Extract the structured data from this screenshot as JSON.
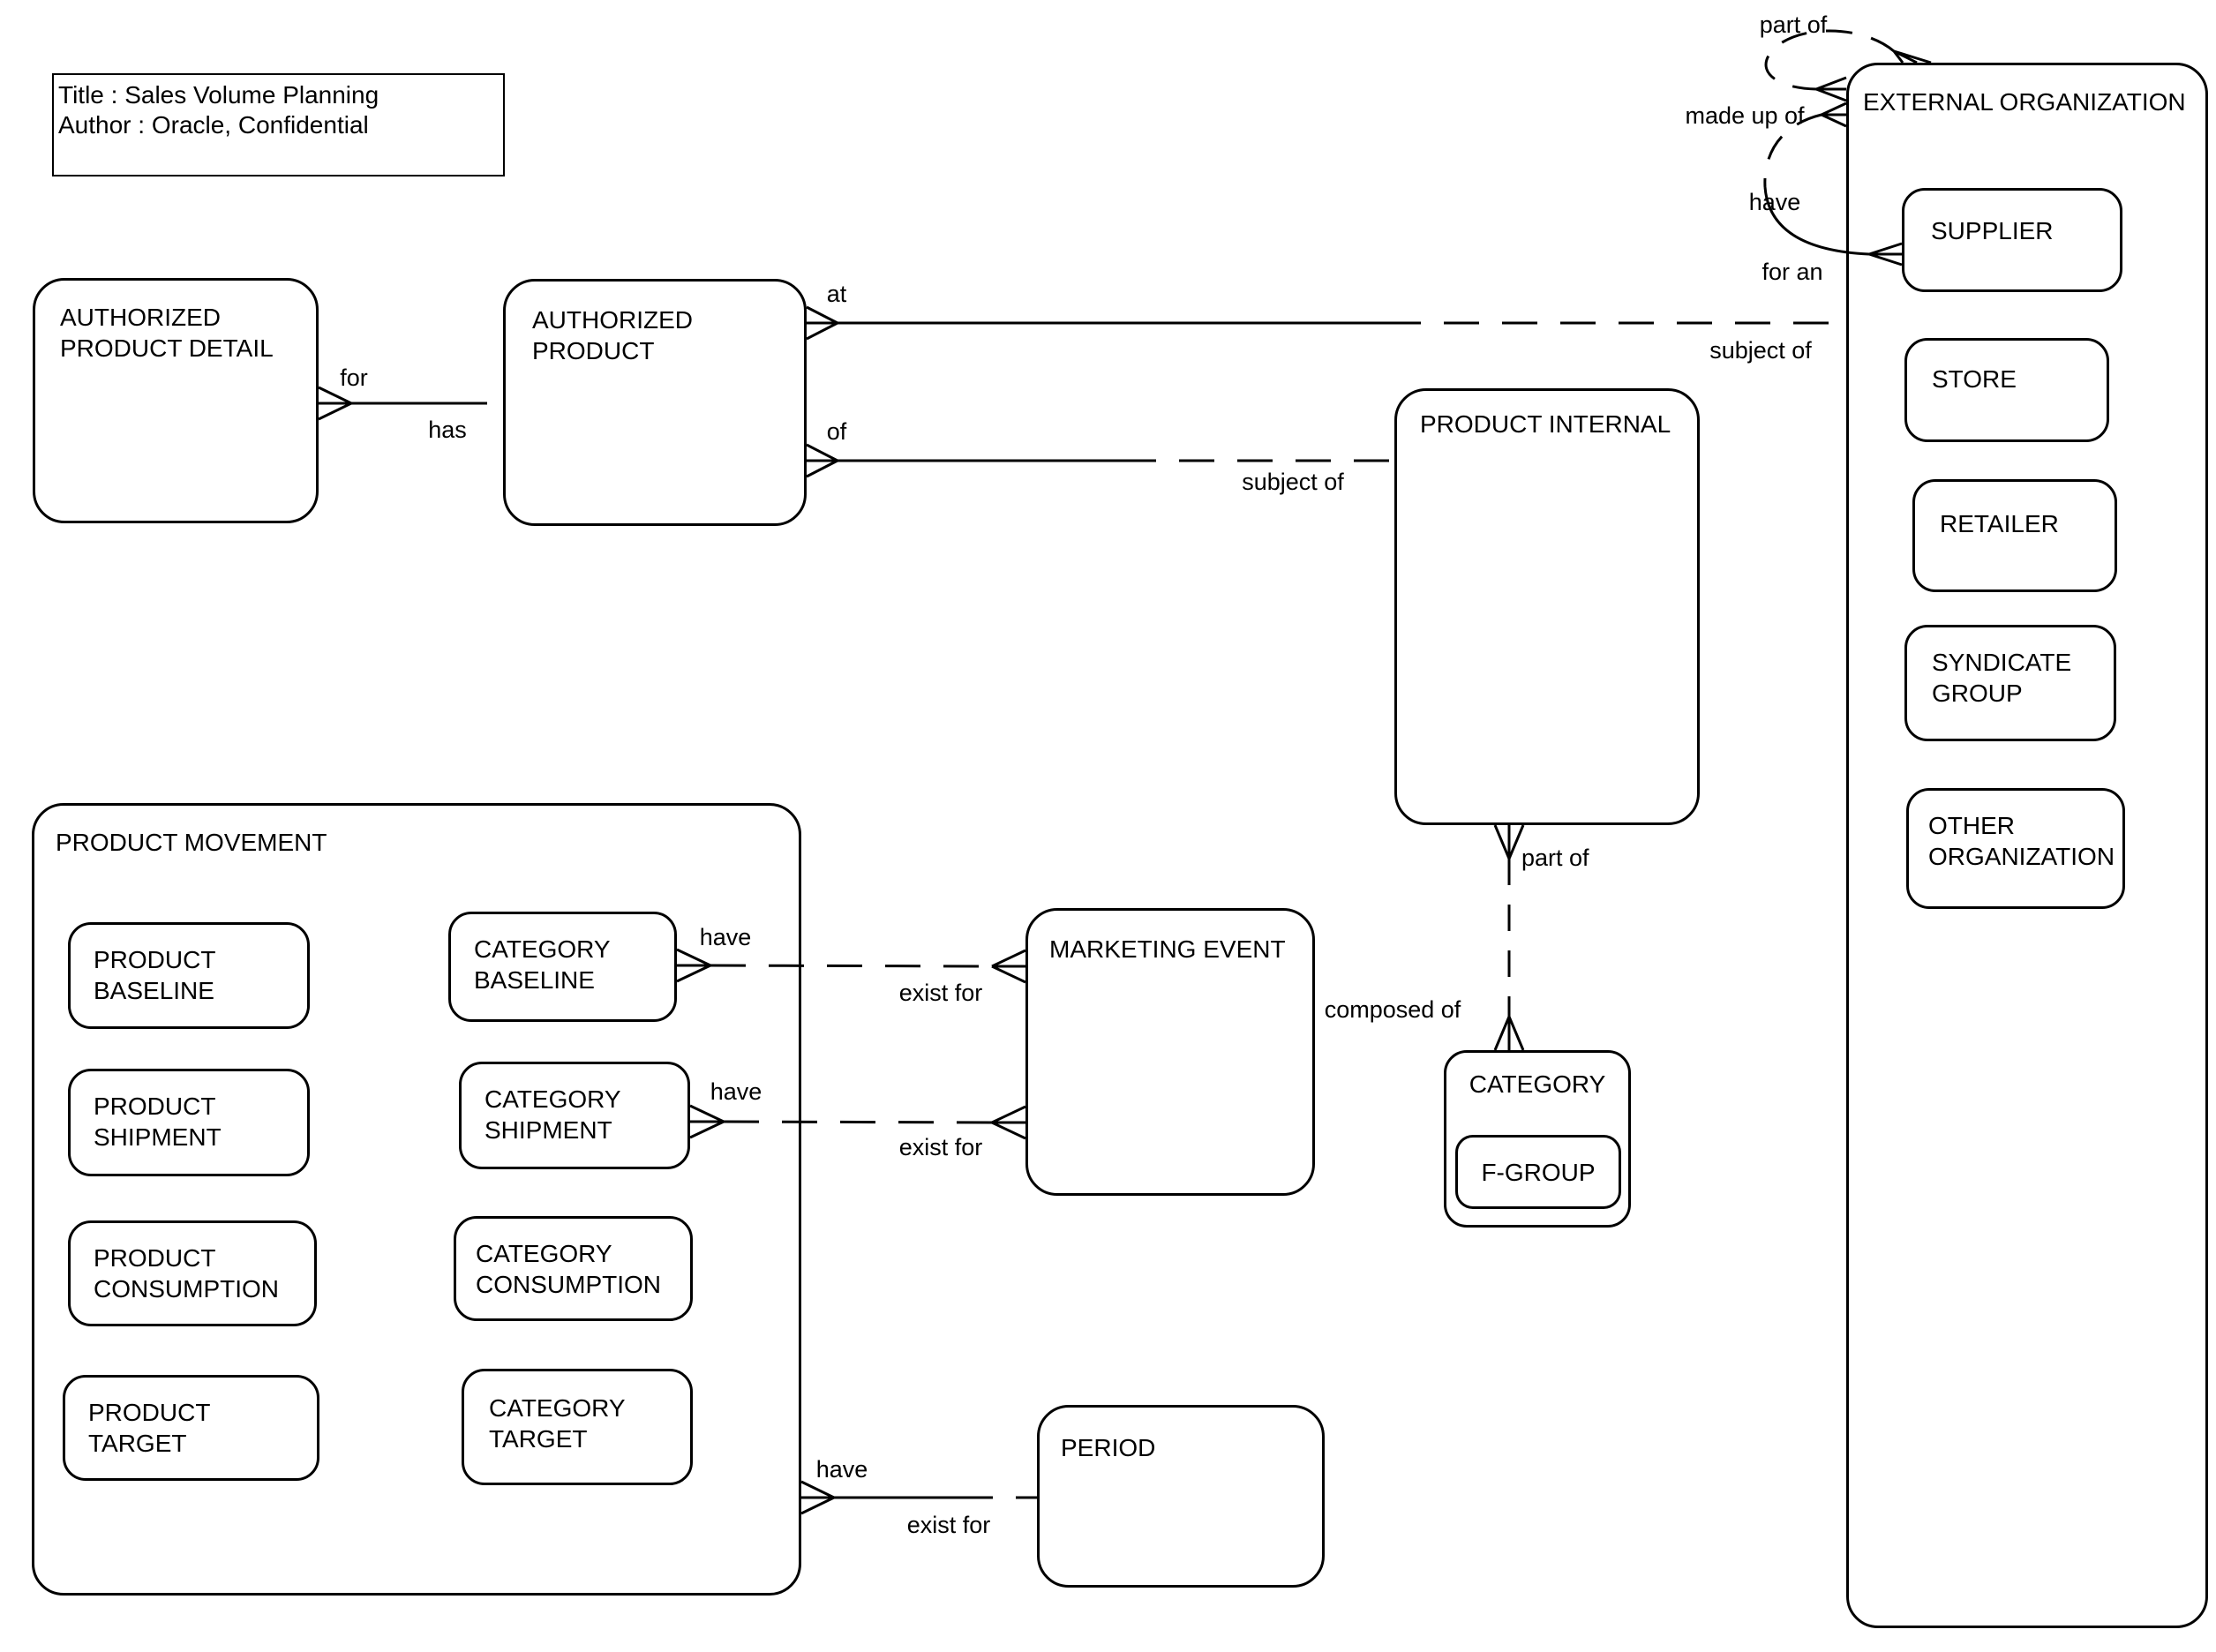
{
  "title_block": {
    "line1": "Title : Sales Volume Planning",
    "line2": "Author : Oracle, Confidential"
  },
  "colors": {
    "line": "#000000",
    "background": "#ffffff",
    "text": "#000000"
  },
  "entities": {
    "authorized_product_detail": {
      "label": "AUTHORIZED PRODUCT DETAIL"
    },
    "authorized_product": {
      "label": "AUTHORIZED PRODUCT"
    },
    "product_internal": {
      "label": "PRODUCT INTERNAL"
    },
    "external_organization": {
      "label": "EXTERNAL ORGANIZATION"
    },
    "supplier": {
      "label": "SUPPLIER"
    },
    "store": {
      "label": "STORE"
    },
    "retailer": {
      "label": "RETAILER"
    },
    "syndicate_group": {
      "label": "SYNDICATE GROUP"
    },
    "other_organization": {
      "label": "OTHER ORGANIZATION"
    },
    "product_movement": {
      "label": "PRODUCT MOVEMENT"
    },
    "product_baseline": {
      "label": "PRODUCT BASELINE"
    },
    "category_baseline": {
      "label": "CATEGORY BASELINE"
    },
    "product_shipment": {
      "label": "PRODUCT SHIPMENT"
    },
    "category_shipment": {
      "label": "CATEGORY SHIPMENT"
    },
    "product_consumption": {
      "label": "PRODUCT CONSUMPTION"
    },
    "category_consumption": {
      "label": "CATEGORY CONSUMPTION"
    },
    "product_target": {
      "label": "PRODUCT TARGET"
    },
    "category_target": {
      "label": "CATEGORY TARGET"
    },
    "marketing_event": {
      "label": "MARKETING EVENT"
    },
    "period": {
      "label": "PERIOD"
    },
    "category": {
      "label": "CATEGORY"
    },
    "f_group": {
      "label": "F-GROUP"
    }
  },
  "relationships": {
    "detail_has_product": {
      "near_label": "for",
      "far_label": "has"
    },
    "product_at_organization": {
      "near_label": "at",
      "far_label": "subject of"
    },
    "product_of_internal": {
      "near_label": "of",
      "far_label": "subject of"
    },
    "internal_part_of_category": {
      "near_label": "part of",
      "far_label": "composed of"
    },
    "category_baseline_event": {
      "near_label": "have",
      "far_label": "exist for"
    },
    "category_shipment_event": {
      "near_label": "have",
      "far_label": "exist for"
    },
    "movement_period": {
      "near_label": "have",
      "far_label": "exist for"
    },
    "organization_self": {
      "near_label": "part of",
      "far_label": "made up of"
    },
    "organization_supplier": {
      "near_label": "have",
      "far_label": "for an"
    }
  }
}
